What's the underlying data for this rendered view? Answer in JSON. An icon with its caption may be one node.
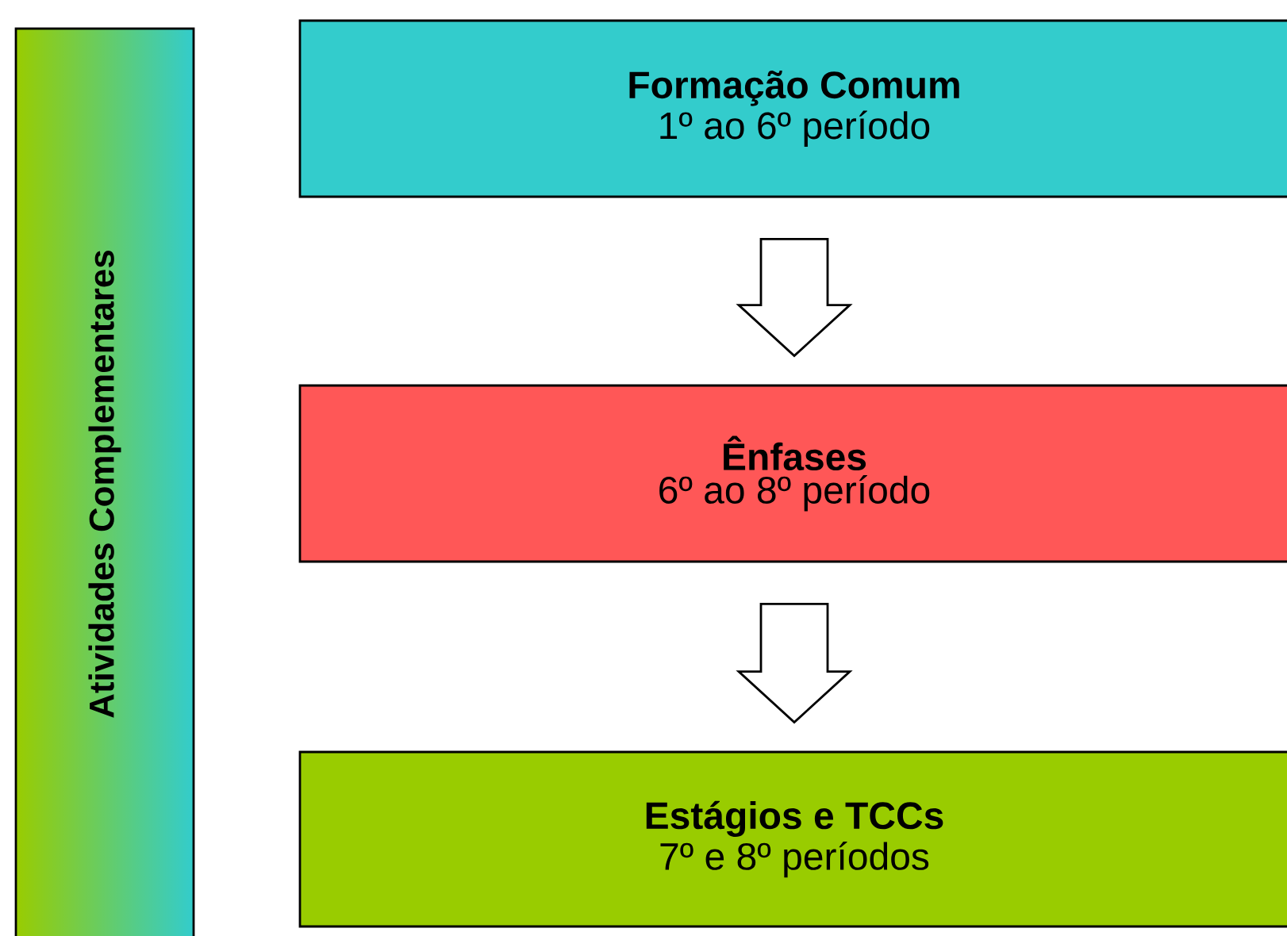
{
  "diagram": {
    "nodes": [
      {
        "text": [
          "Atividades Complementares"
        ]
      },
      {
        "text": [
          "Formação Comum",
          "1º ao 6º período"
        ]
      },
      {
        "text": [
          "Ênfases",
          "6º ao 8º período"
        ]
      },
      {
        "text": [
          "Estágios e TCCs",
          "7º e 8º períodos"
        ]
      }
    ],
    "edges": [
      {
        "from": 1,
        "to": 2,
        "arrow": "to"
      },
      {
        "from": 2,
        "to": 3,
        "arrow": "to"
      }
    ]
  }
}
